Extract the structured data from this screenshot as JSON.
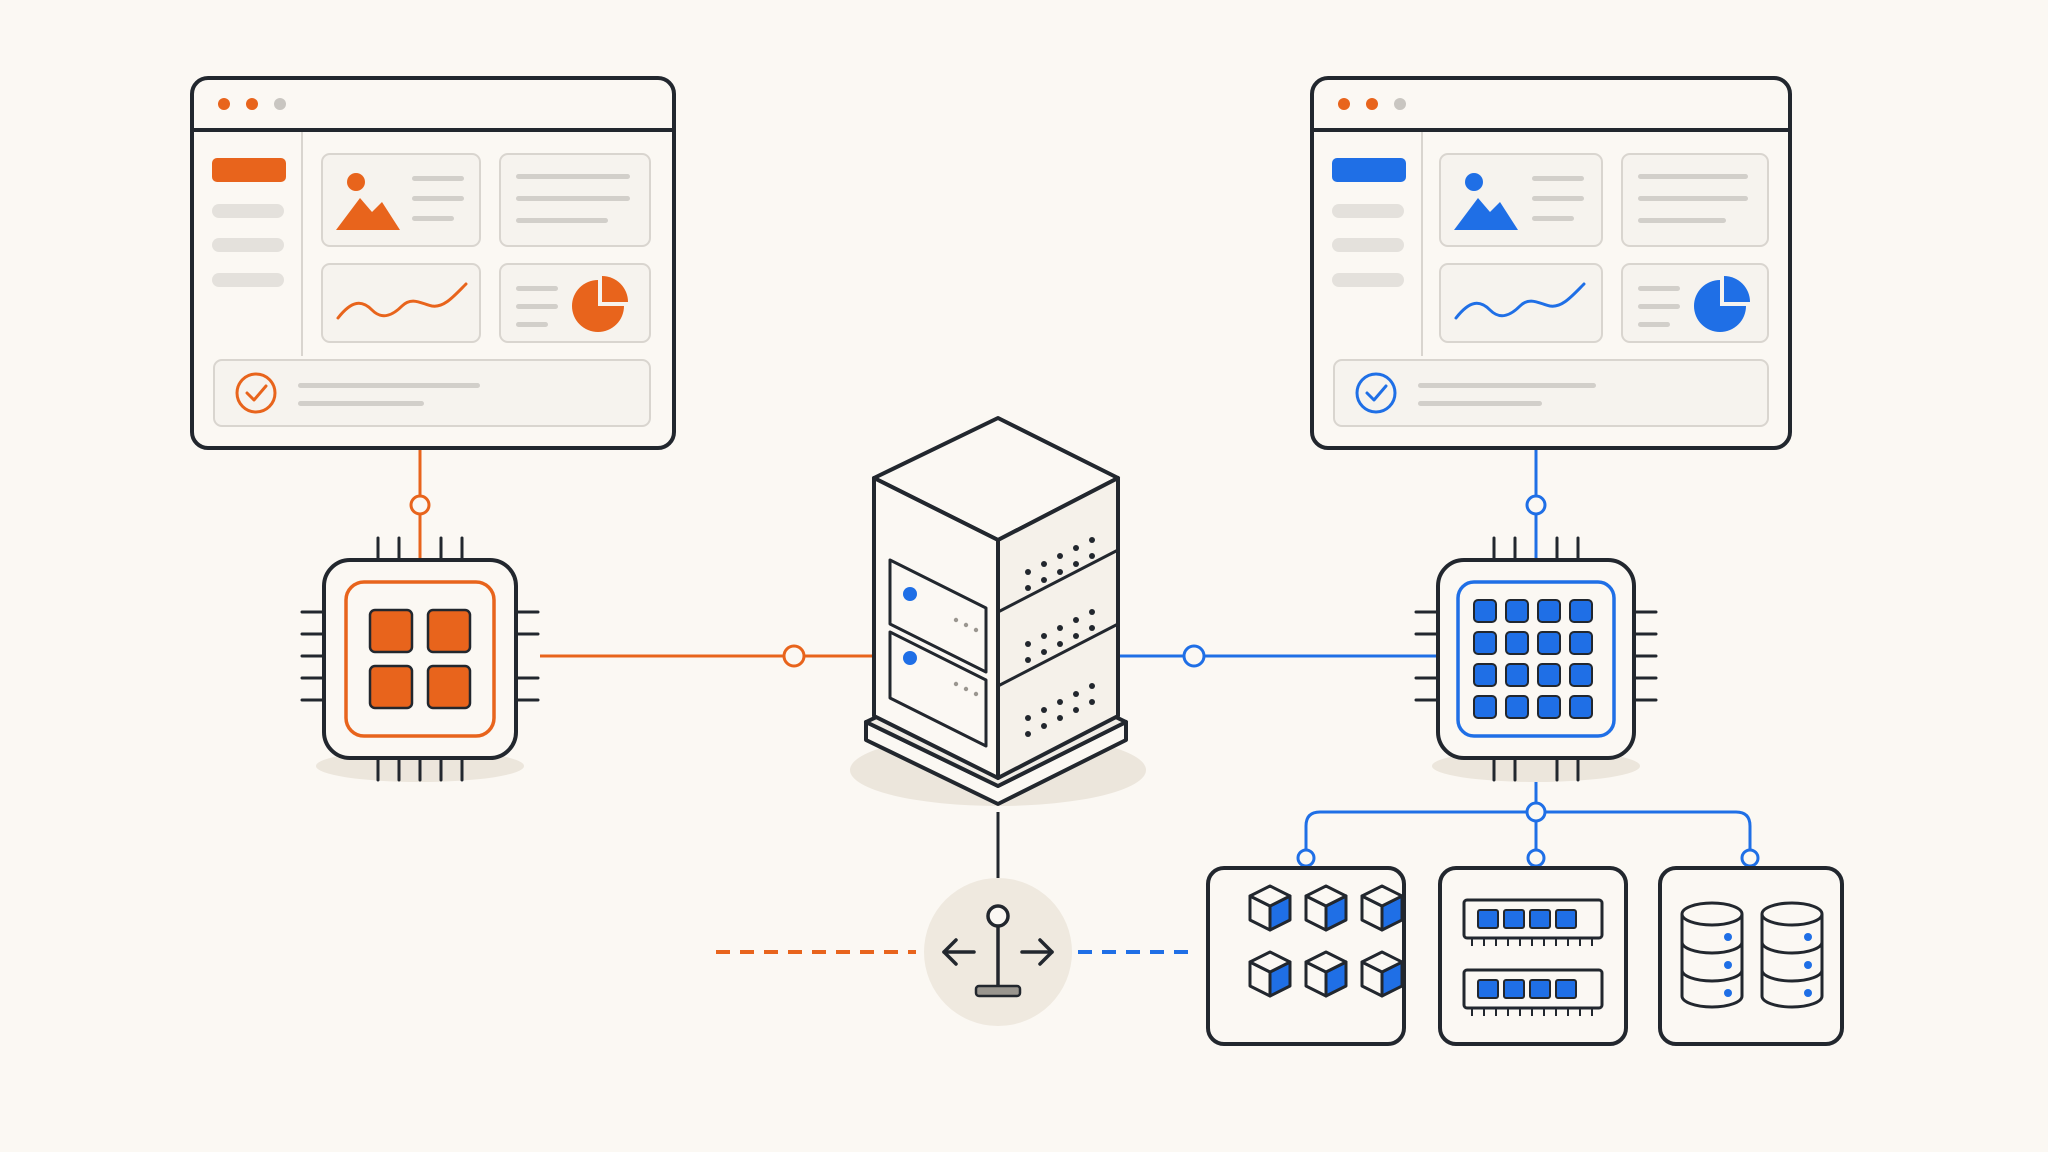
{
  "colors": {
    "background": "#fbf8f3",
    "outline": "#22272e",
    "orange": "#e8641c",
    "blue": "#1f6fe6",
    "panel_fill": "#f6f3ee",
    "panel_border": "#d9d5cf",
    "placeholder_gray": "#d2cfca",
    "shadow": "#ece6dc"
  },
  "nodes": {
    "left_window": {
      "accent": "orange",
      "icon": "dashboard-window-icon"
    },
    "right_window": {
      "accent": "blue",
      "icon": "dashboard-window-icon"
    },
    "left_chip": {
      "accent": "orange",
      "icon": "cpu-chip-icon",
      "cores": 4
    },
    "right_chip": {
      "accent": "blue",
      "icon": "gpu-chip-icon",
      "cores": 16
    },
    "server": {
      "icon": "server-tower-icon",
      "units": 2
    },
    "load_balancer": {
      "icon": "split-arrows-icon"
    },
    "resources": [
      {
        "name": "containers",
        "icon": "cubes-icon",
        "count": 6
      },
      {
        "name": "memory",
        "icon": "ram-module-icon",
        "count": 2
      },
      {
        "name": "storage",
        "icon": "database-icon",
        "count": 2
      }
    ]
  },
  "connections": [
    {
      "from": "left_window",
      "to": "left_chip",
      "style": "solid",
      "color": "orange"
    },
    {
      "from": "left_chip",
      "to": "server",
      "style": "solid",
      "color": "orange"
    },
    {
      "from": "right_window",
      "to": "right_chip",
      "style": "solid",
      "color": "blue"
    },
    {
      "from": "server",
      "to": "right_chip",
      "style": "solid",
      "color": "blue"
    },
    {
      "from": "right_chip",
      "to": "resources",
      "style": "solid",
      "color": "blue"
    },
    {
      "from": "server",
      "to": "load_balancer",
      "style": "solid",
      "color": "outline"
    },
    {
      "from": "load_balancer",
      "to": "left",
      "style": "dashed",
      "color": "orange"
    },
    {
      "from": "load_balancer",
      "to": "right",
      "style": "dashed",
      "color": "blue"
    }
  ]
}
